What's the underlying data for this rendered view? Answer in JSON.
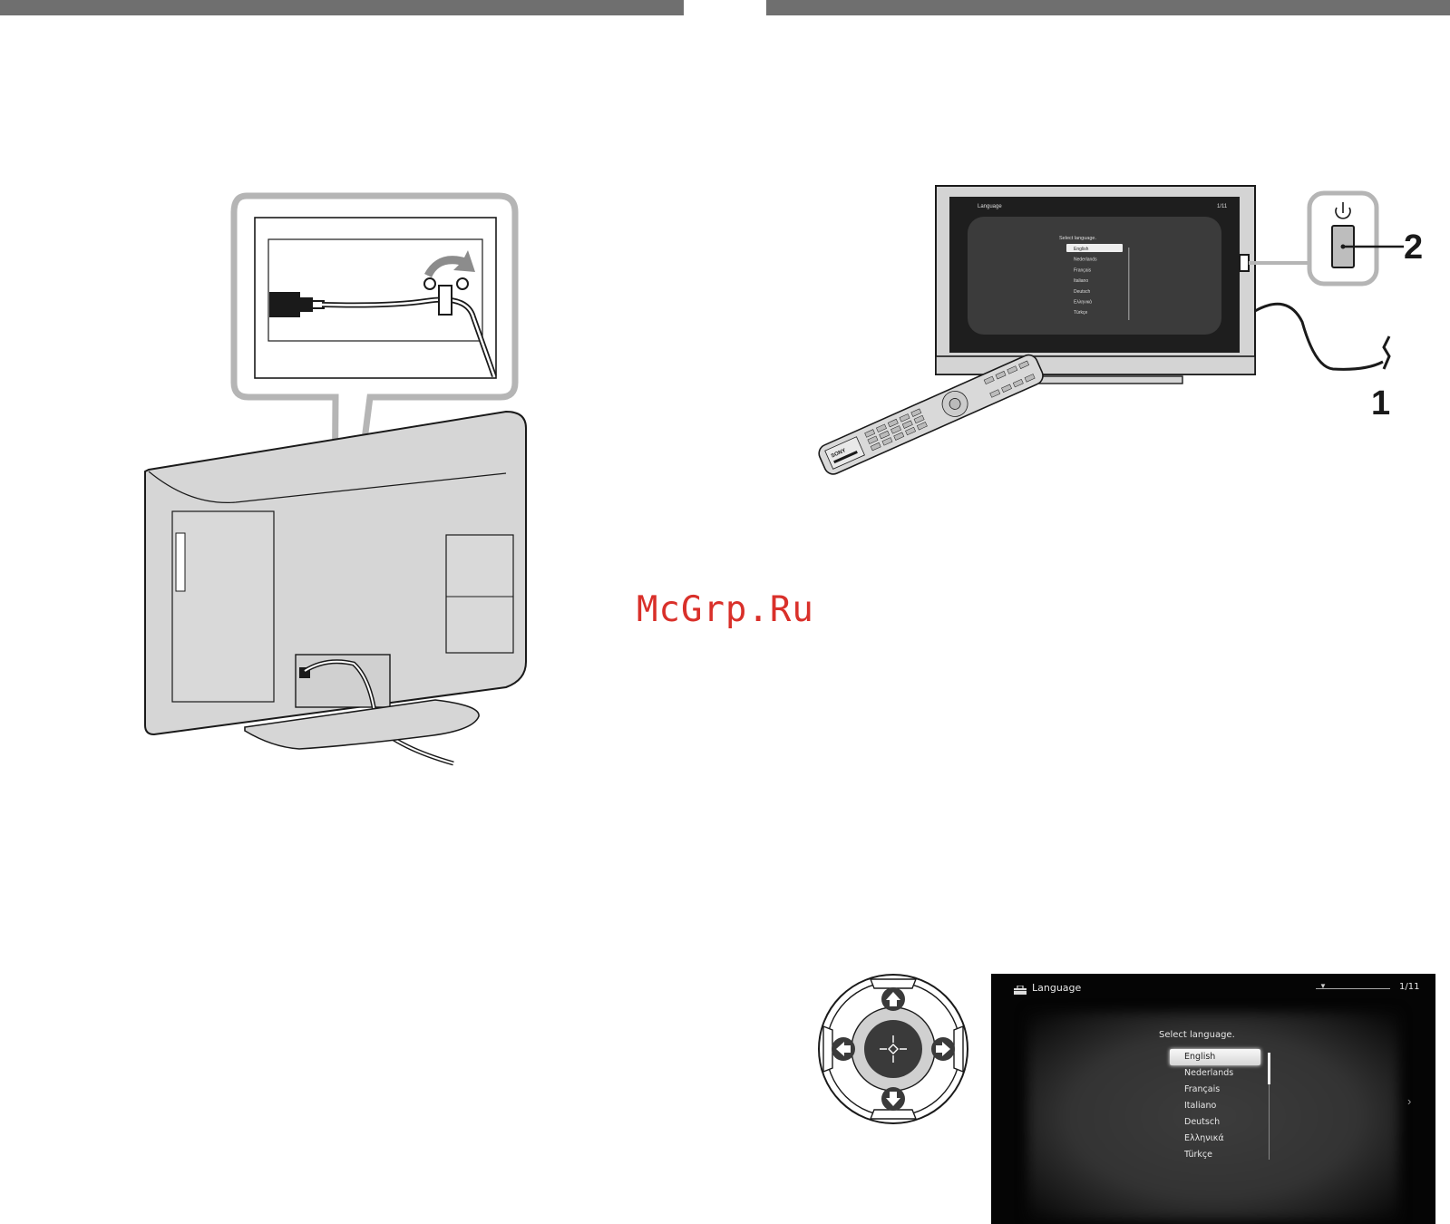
{
  "watermark": "McGrp.Ru",
  "callouts": {
    "step1": "1",
    "step2": "2"
  },
  "remote_brand": "SONY",
  "menu": {
    "icon": "toolbox-icon",
    "title": "Language",
    "page": "1/11",
    "prompt": "Select language.",
    "languages": [
      "English",
      "Nederlands",
      "Français",
      "Italiano",
      "Deutsch",
      "Ελληνικά",
      "Türkçe"
    ],
    "selected": "English"
  },
  "colors": {
    "header_bar": "#6f6f6f",
    "watermark": "#d9302a",
    "screen_bg": "#050505",
    "line_art": "#1a1a1a"
  }
}
